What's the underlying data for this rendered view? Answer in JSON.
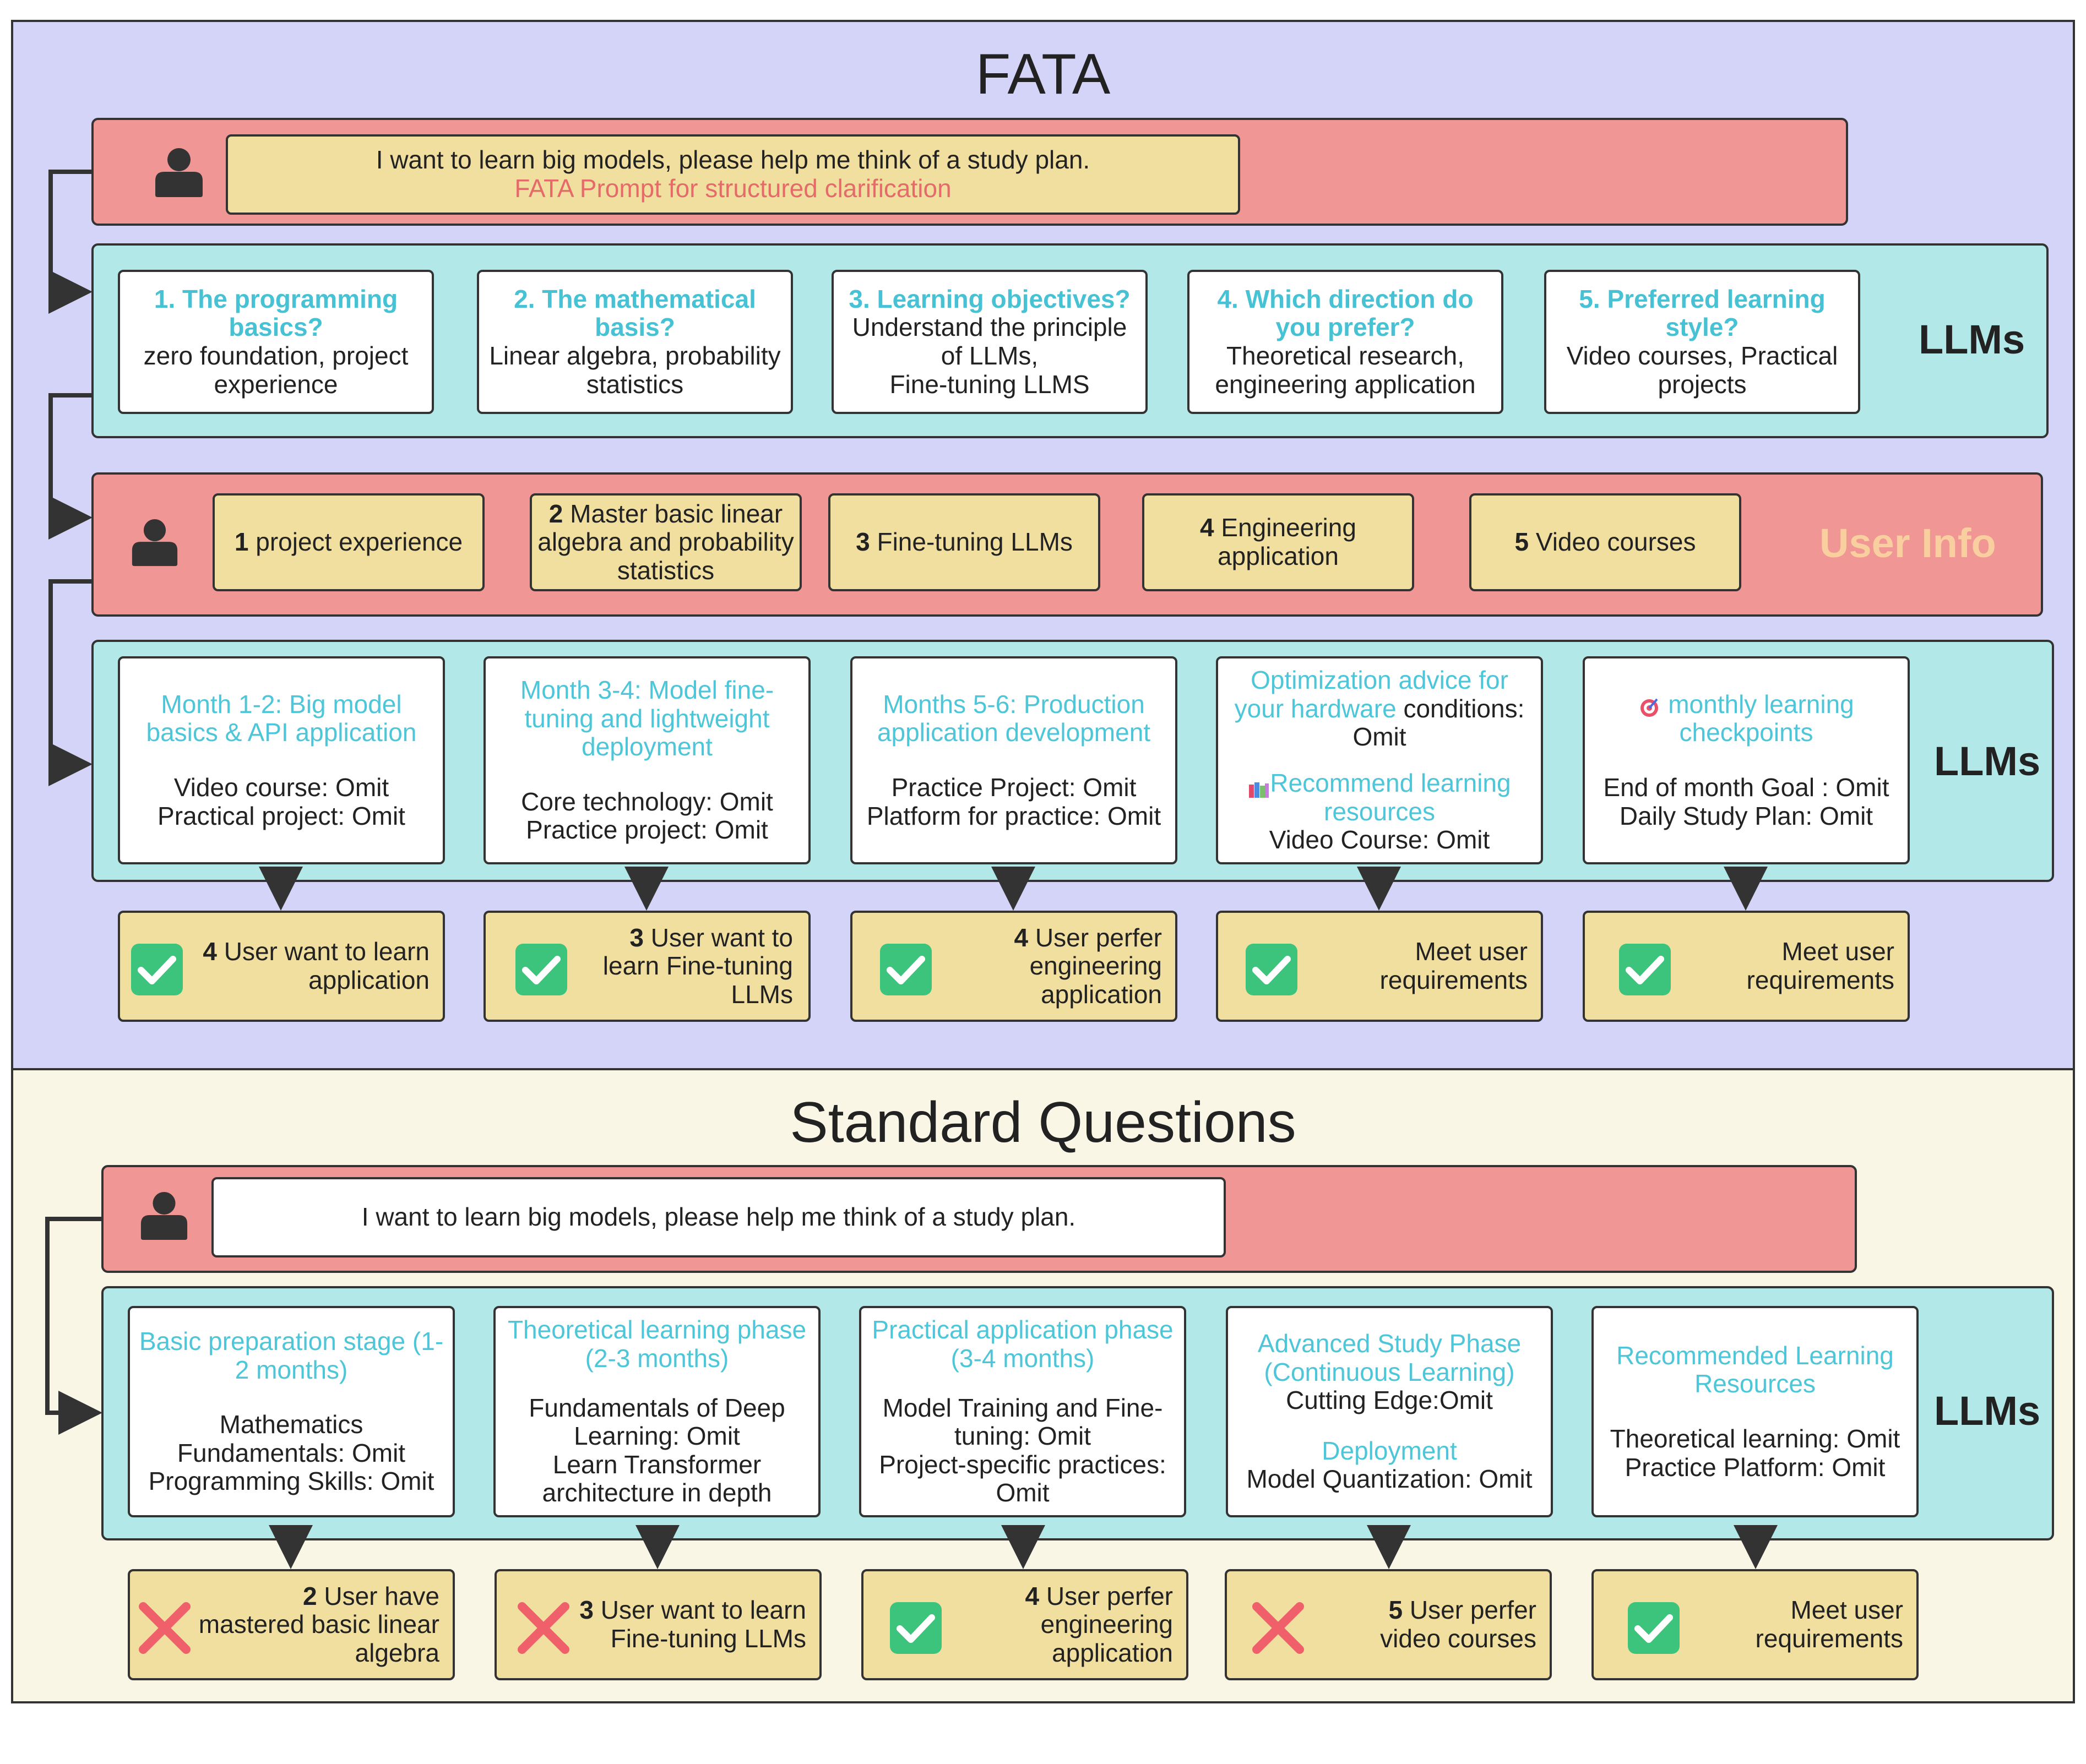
{
  "fata": {
    "title": "FATA",
    "prompt": {
      "text": "I want to learn big models, please help me think of a study plan.",
      "subtext": "FATA Prompt for structured clarification"
    },
    "questions_label": "LLMs",
    "questions": [
      {
        "title": "1. The programming basics?",
        "body": "zero foundation, project experience"
      },
      {
        "title": "2. The mathematical basis?",
        "body": "Linear algebra, probability statistics"
      },
      {
        "title": "3. Learning objectives?",
        "body_lines": [
          "Understand the principle of LLMs,",
          "Fine-tuning LLMS"
        ]
      },
      {
        "title": "4. Which direction do you prefer?",
        "body": "Theoretical research, engineering application"
      },
      {
        "title": "5. Preferred learning style?",
        "body": "Video courses, Practical projects"
      }
    ],
    "userinfo_label": "User Info",
    "userinfo": [
      {
        "num": "1",
        "text": "project experience"
      },
      {
        "num": "2",
        "text": "Master basic linear algebra and probability statistics"
      },
      {
        "num": "3",
        "text": "Fine-tuning LLMs"
      },
      {
        "num": "4",
        "text": "Engineering application"
      },
      {
        "num": "5",
        "text": "Video courses"
      }
    ],
    "plan_label": "LLMs",
    "plan": [
      {
        "title": "Month 1-2: Big model basics & API application",
        "lines": [
          "Video course: Omit",
          "Practical project: Omit"
        ]
      },
      {
        "title": "Month 3-4: Model fine-tuning and lightweight deployment",
        "lines": [
          "Core technology: Omit",
          "Practice project: Omit"
        ]
      },
      {
        "title": "Months 5-6: Production application development",
        "lines": [
          "Practice Project: Omit",
          "Platform for practice: Omit"
        ]
      },
      {
        "title_part": "Optimization advice for your hardware",
        "title_rest": "conditions:",
        "line1": "Omit",
        "sub_title": "Recommend learning resources",
        "line2": "Video Course: Omit"
      },
      {
        "title": "monthly learning checkpoints",
        "lines": [
          "End of month Goal : Omit",
          "Daily Study Plan: Omit"
        ]
      }
    ],
    "results": [
      {
        "status": "check",
        "num": "4",
        "text": "User want to learn application"
      },
      {
        "status": "check",
        "num": "3",
        "text": "User want to learn Fine-tuning LLMs"
      },
      {
        "status": "check",
        "num": "4",
        "text": "User perfer engineering application"
      },
      {
        "status": "check",
        "num": "",
        "text": "Meet user requirements"
      },
      {
        "status": "check",
        "num": "",
        "text": "Meet user requirements"
      }
    ]
  },
  "standard": {
    "title": "Standard Questions",
    "prompt": {
      "text": "I want to learn big models, please help me think of a study plan."
    },
    "plan_label": "LLMs",
    "plan": [
      {
        "title": "Basic preparation stage (1-2 months)",
        "lines": [
          "Mathematics Fundamentals: Omit",
          "Programming Skills: Omit"
        ]
      },
      {
        "title": "Theoretical learning phase (2-3 months)",
        "lines": [
          "Fundamentals of Deep Learning: Omit",
          "Learn Transformer architecture in depth"
        ]
      },
      {
        "title": "Practical application phase (3-4 months)",
        "lines": [
          "Model Training and Fine-tuning: Omit",
          "Project-specific practices: Omit"
        ]
      },
      {
        "title": "Advanced Study Phase (Continuous Learning)",
        "line1": "Cutting Edge:Omit",
        "sub_title": "Deployment",
        "line2": "Model Quantization: Omit"
      },
      {
        "title": "Recommended Learning Resources",
        "lines": [
          "Theoretical learning: Omit",
          "Practice Platform: Omit"
        ]
      }
    ],
    "results": [
      {
        "status": "cross",
        "num": "2",
        "text": "User have mastered basic linear algebra"
      },
      {
        "status": "cross",
        "num": "3",
        "text": "User want to learn Fine-tuning LLMs"
      },
      {
        "status": "check",
        "num": "4",
        "text": "User perfer engineering application"
      },
      {
        "status": "cross",
        "num": "5",
        "text": "User perfer video courses"
      },
      {
        "status": "check",
        "num": "",
        "text": "Meet user requirements"
      }
    ]
  },
  "colors": {
    "fata_bg": "#d3d4f7",
    "standard_bg": "#faf6e6",
    "red_band": "#f09694",
    "teal_band": "#b2e8e7",
    "yellow_box": "#f1dfa0",
    "teal_text": "#4cc6d8",
    "check_green": "#3cc47c",
    "cross_red": "#f0606a"
  }
}
